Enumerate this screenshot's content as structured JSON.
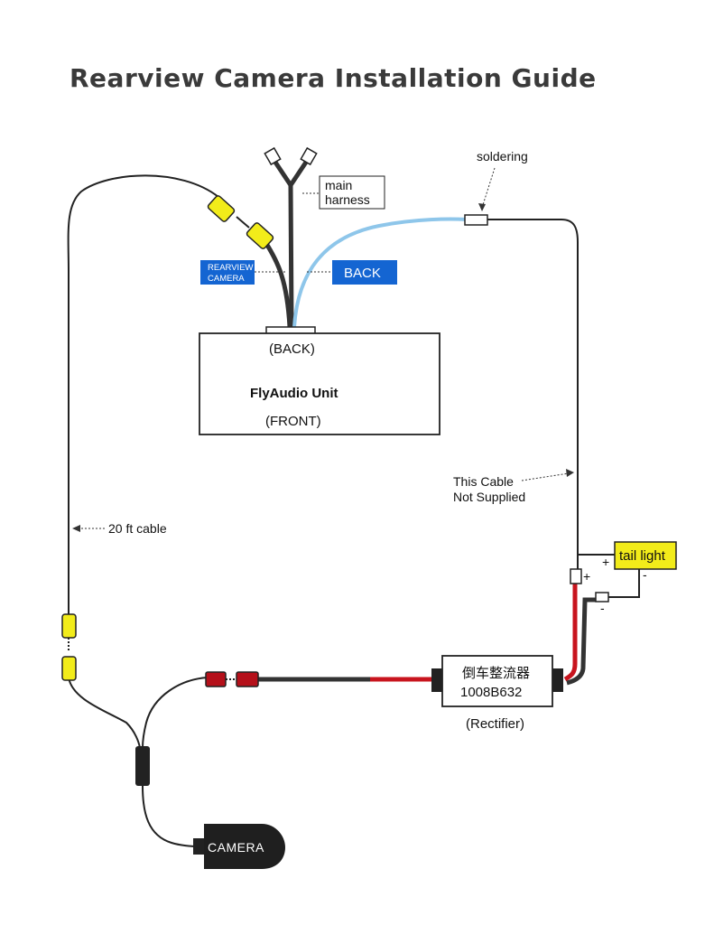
{
  "title": "Rearview Camera Installation Guide",
  "labels": {
    "soldering": "soldering",
    "main_harness_line1": "main",
    "main_harness_line2": "harness",
    "rearview_camera_line1": "REARVIEW",
    "rearview_camera_line2": "CAMERA",
    "back_badge": "BACK",
    "unit_back": "(BACK)",
    "unit_name": "FlyAudio Unit",
    "unit_front": "(FRONT)",
    "cable_note_line1": "This Cable",
    "cable_note_line2": "Not Supplied",
    "cable_length": "20 ft cable",
    "tail_light": "tail light",
    "plus": "+",
    "minus": "-",
    "rectifier_line1": "倒车整流器",
    "rectifier_line2": "1008B632",
    "rectifier_caption": "(Rectifier)",
    "camera": "CAMERA"
  },
  "colors": {
    "blue_badge": "#1465d2",
    "yellow": "#f2ec1a",
    "red_wire": "#c8141e",
    "blue_wire": "#8ec6ea",
    "connector_red": "#b5101a",
    "camera_body": "#1f1f1f"
  }
}
